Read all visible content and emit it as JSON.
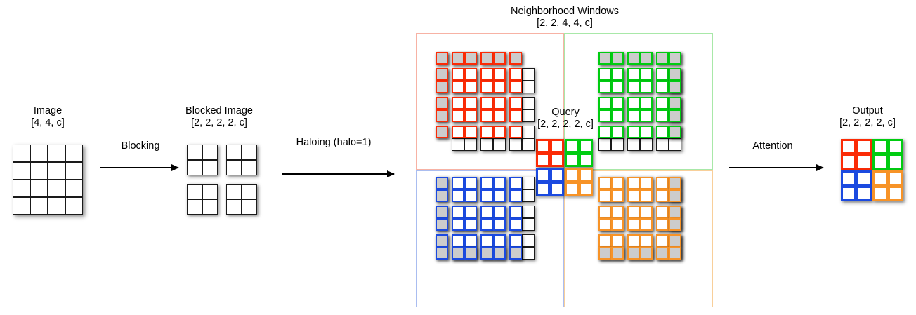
{
  "diagram": {
    "title": "Blocked local self-attention: blocking, haloing and attention pipeline",
    "stages": [
      {
        "id": "image",
        "name": "Image",
        "shape": "[4, 4, c]"
      },
      {
        "id": "blocked",
        "name": "Blocked Image",
        "shape": "[2, 2, 2, 2, c]"
      },
      {
        "id": "windows",
        "name": "Neighborhood Windows",
        "shape": "[2, 2, 4, 4, c]"
      },
      {
        "id": "query",
        "name": "Query",
        "shape": "[2, 2, 2, 2, c]"
      },
      {
        "id": "output",
        "name": "Output",
        "shape": "[2, 2, 2, 2, c]"
      }
    ],
    "arrows": [
      {
        "id": "blocking",
        "label_line1": "Blocking",
        "label_line2": ""
      },
      {
        "id": "haloing",
        "label_line1": "Haloing",
        "label_line2": "(halo=1)"
      },
      {
        "id": "attention",
        "label_line1": "Attention",
        "label_line2": ""
      }
    ],
    "colors": {
      "red": "#fb2b06",
      "green": "#00cc11",
      "blue": "#1b4ae0",
      "orange": "#f79327",
      "black": "#1a1a1a",
      "halo_fill": "#cccccc",
      "cell_fill": "#ffffff",
      "panel_red": "#f7b2a4",
      "panel_green": "#a8e8a8",
      "panel_blue": "#aabdf0",
      "panel_orange": "#f8cf9a"
    },
    "quadrants": [
      {
        "id": "top-left",
        "color_key": "red",
        "halo_sides": "top-left"
      },
      {
        "id": "top-right",
        "color_key": "green",
        "halo_sides": "top-right"
      },
      {
        "id": "bottom-left",
        "color_key": "blue",
        "halo_sides": "bottom-left"
      },
      {
        "id": "bottom-right",
        "color_key": "orange",
        "halo_sides": "bottom-right"
      }
    ],
    "query_blocks": [
      "red",
      "green",
      "blue",
      "orange"
    ],
    "output_blocks": [
      "red",
      "green",
      "blue",
      "orange"
    ],
    "notes": {
      "halo_cells_are_padding": "gray filled cells are the halo padding region",
      "window_block_grid": "each neighborhood window is a 4x4 arrangement of 2x2 blocks"
    }
  }
}
